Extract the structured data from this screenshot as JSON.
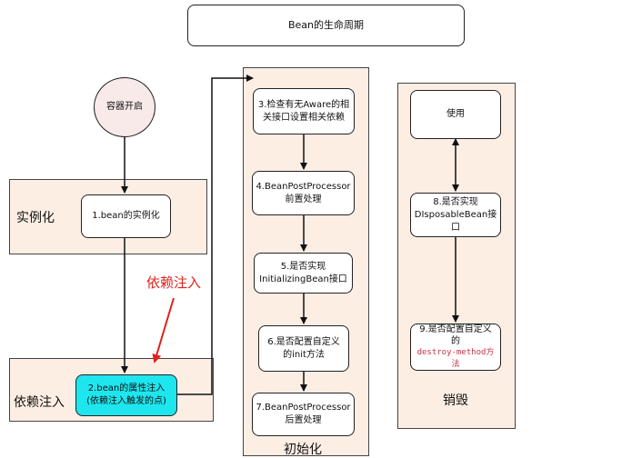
{
  "title": "Bean的生命周期",
  "panels": {
    "instantiation_label": "实例化",
    "injection_label": "依赖注入",
    "init_label": "初始化",
    "destroy_label": "销毁"
  },
  "annotation": "依赖注入",
  "nodes": {
    "container_start": "容器开启",
    "step1": "1.bean的实例化",
    "step2": "2.bean的属性注入\n(依赖注入触发的点)",
    "step3": "3.检查有无Aware的相\n关接口设置相关依赖",
    "step4": "4.BeanPostProcessor\n前置处理",
    "step5": "5.是否实现\nInitializingBean接口",
    "step6": "6.是否配置自定义\n的init方法",
    "step7": "7.BeanPostProcessor\n后置处理",
    "use": "使用",
    "step8": "8.是否实现\nDIsposableBean接\n口",
    "step9_text": "9.是否配置自定义\n的",
    "step9_code": "destroy-method方法"
  },
  "colors": {
    "panel_fill": "#fdeee4",
    "step2_fill": "#1ee6ee",
    "annotation": "#e0221e",
    "code": "#c83246"
  }
}
